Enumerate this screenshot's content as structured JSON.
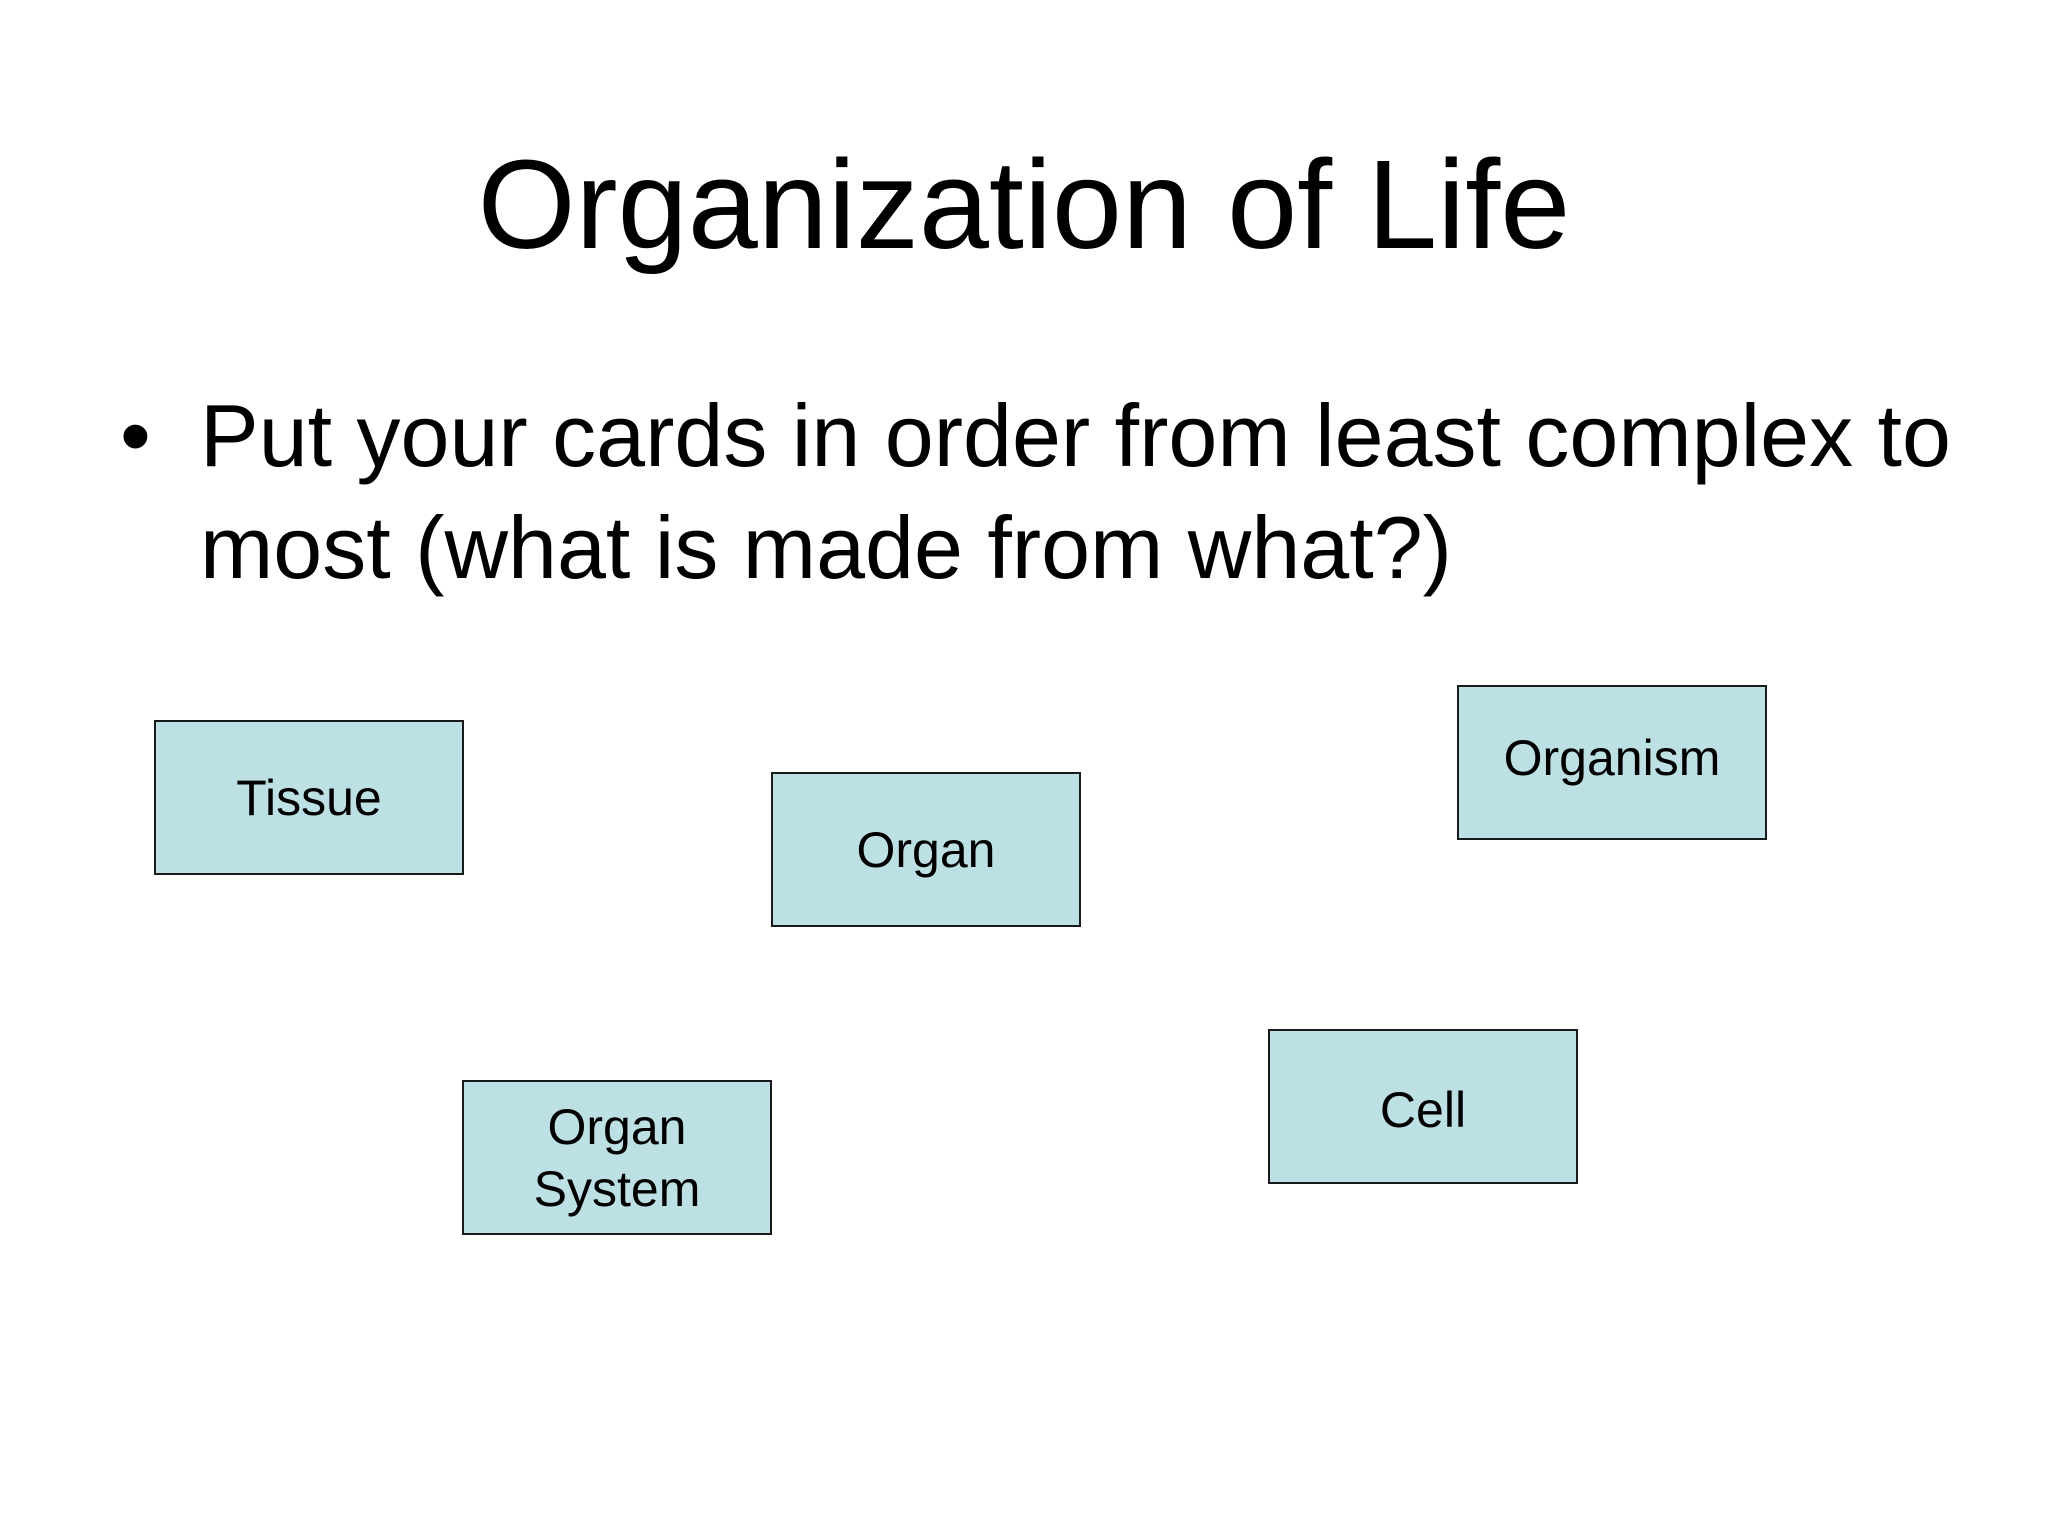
{
  "slide": {
    "title": "Organization of Life",
    "bullets": [
      {
        "glyph": "•",
        "text": "Put your cards in order from least complex to most (what is made from what?)"
      }
    ]
  },
  "cards": {
    "tissue": "Tissue",
    "organ": "Organ",
    "organism": "Organism",
    "organ_system": "Organ\nSystem",
    "cell": "Cell"
  },
  "colors": {
    "card_fill": "#bde0e4",
    "card_border": "#1a1a1a",
    "text": "#000000",
    "background": "#ffffff"
  }
}
